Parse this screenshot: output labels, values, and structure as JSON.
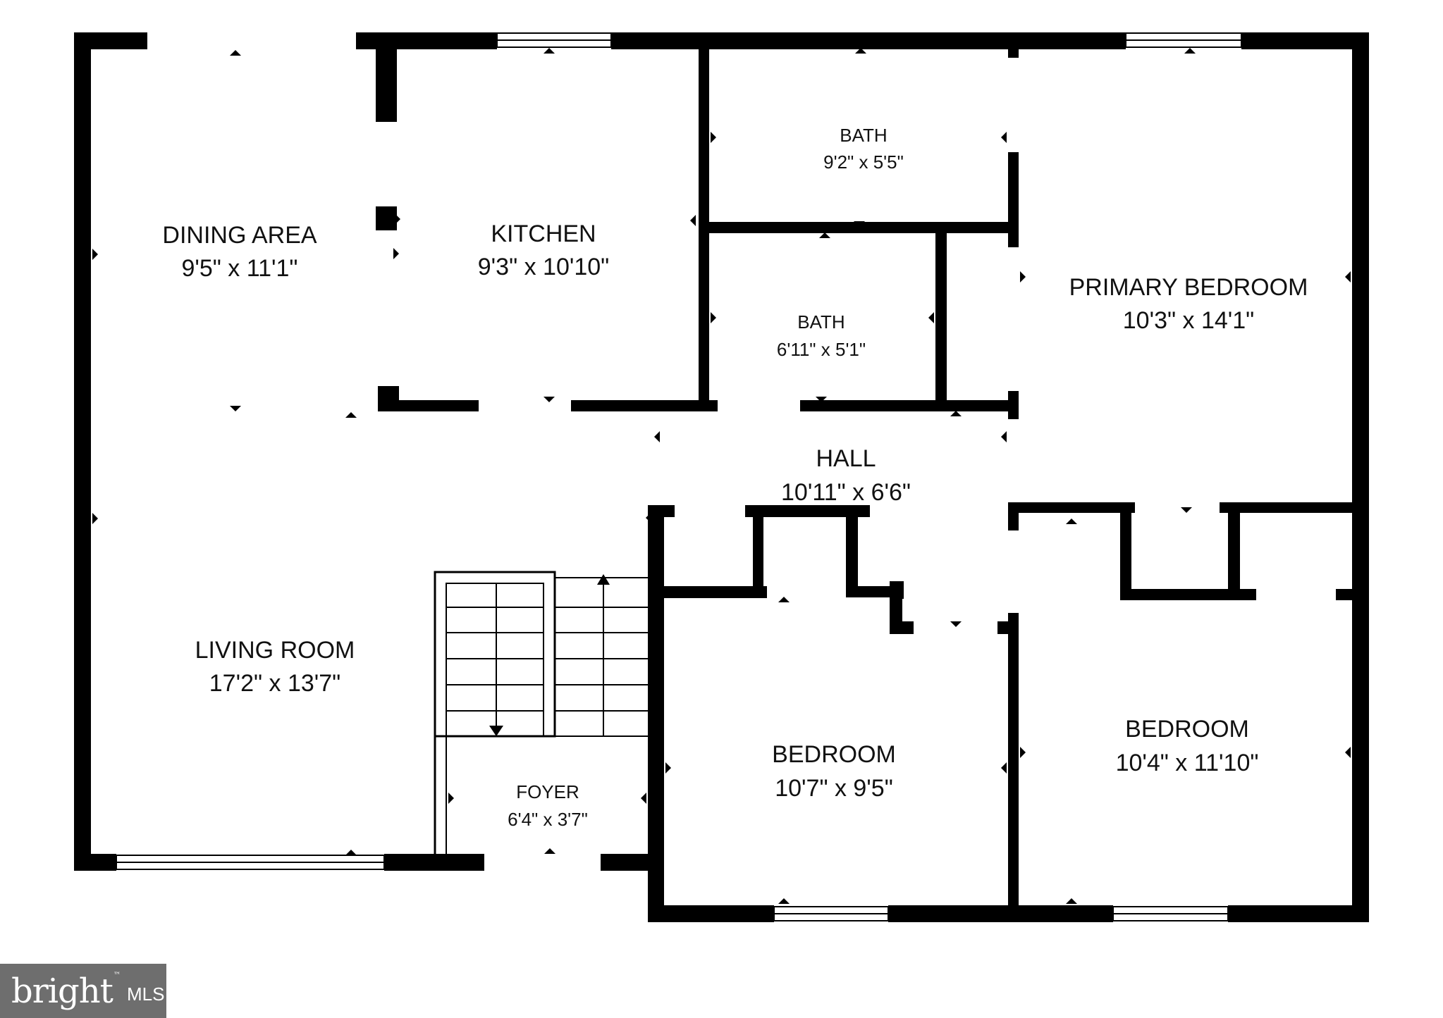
{
  "rooms": {
    "dining": {
      "name": "DINING AREA",
      "dims": "9'5\" x 11'1\""
    },
    "kitchen": {
      "name": "KITCHEN",
      "dims": "9'3\" x 10'10\""
    },
    "bath1": {
      "name": "BATH",
      "dims": "9'2\" x 5'5\""
    },
    "bath2": {
      "name": "BATH",
      "dims": "6'11\" x 5'1\""
    },
    "primary": {
      "name": "PRIMARY BEDROOM",
      "dims": "10'3\" x 14'1\""
    },
    "hall": {
      "name": "HALL",
      "dims": "10'11\" x 6'6\""
    },
    "living": {
      "name": "LIVING ROOM",
      "dims": "17'2\" x 13'7\""
    },
    "foyer": {
      "name": "FOYER",
      "dims": "6'4\" x 3'7\""
    },
    "bedroom1": {
      "name": "BEDROOM",
      "dims": "10'7\" x 9'5\""
    },
    "bedroom2": {
      "name": "BEDROOM",
      "dims": "10'4\" x 11'10\""
    }
  },
  "watermark": {
    "brand": "bright",
    "suffix": "MLS"
  },
  "colors": {
    "wall": "#000000",
    "background": "#ffffff",
    "watermark_bg": "#6e6e6e"
  }
}
